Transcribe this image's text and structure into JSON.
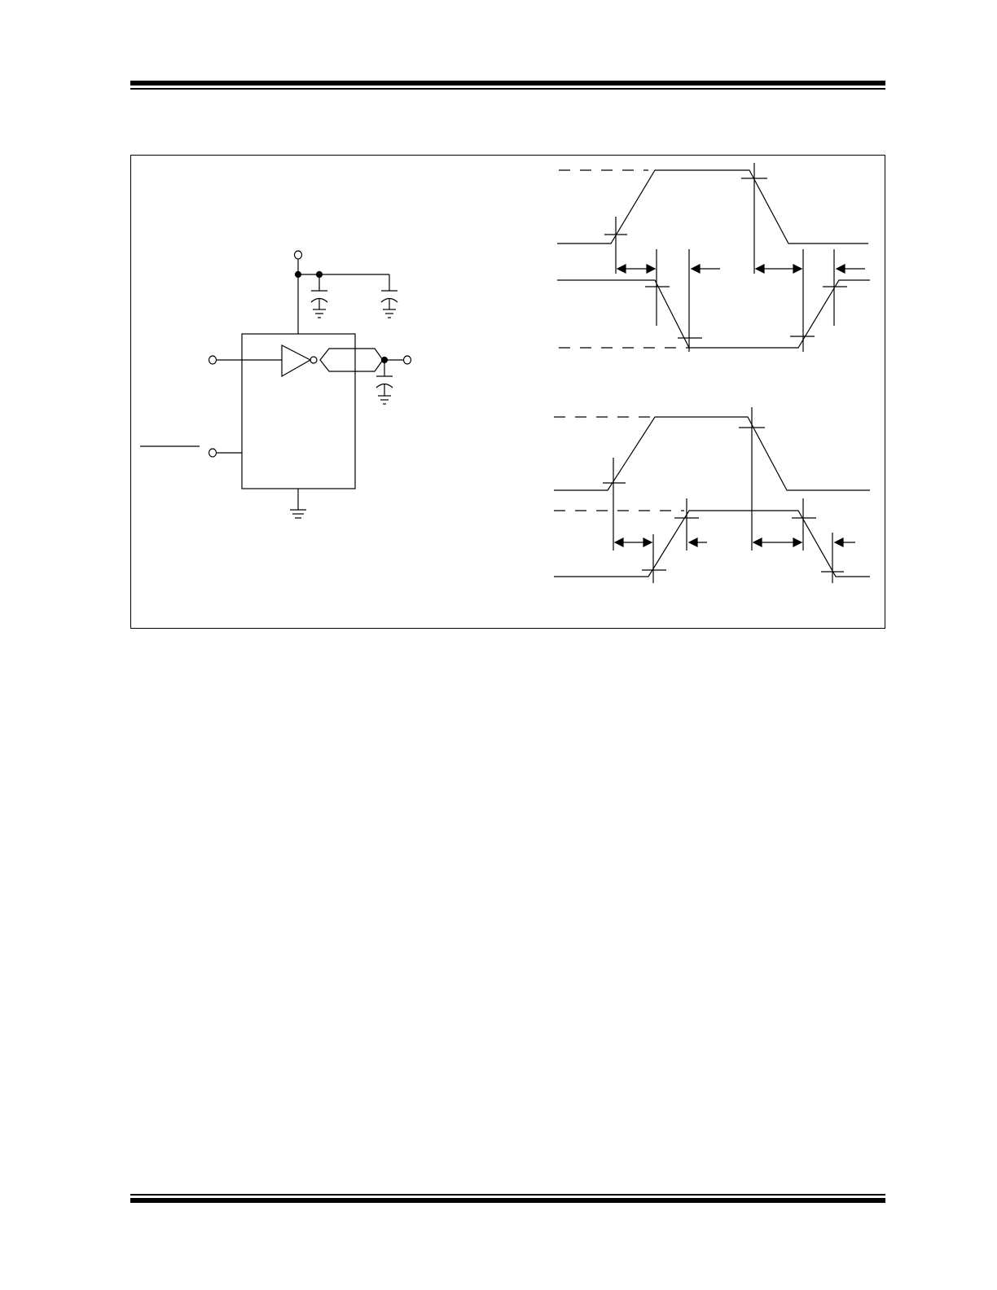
{
  "page": {
    "header_rule": "double-rule",
    "footer_rule": "double-rule"
  },
  "figure": {
    "schematic": {
      "components": [
        "supply-terminal",
        "bypass-capacitor",
        "bypass-capacitor",
        "input-terminal",
        "enable-terminal",
        "inverting-driver",
        "output-terminal",
        "load-capacitor",
        "ground"
      ]
    },
    "timing": {
      "diagrams": [
        "inverting-output-timing",
        "non-inverting-output-timing"
      ]
    }
  }
}
